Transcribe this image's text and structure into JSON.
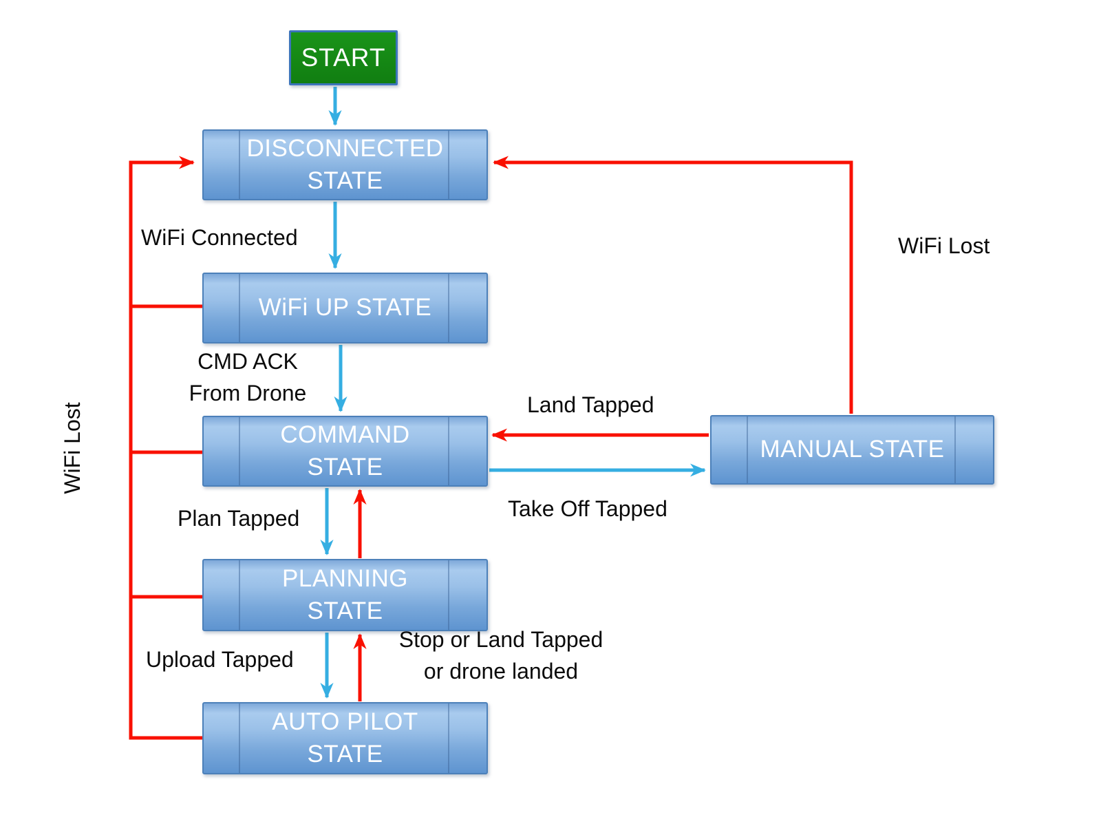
{
  "diagram": {
    "kind": "state-diagram",
    "nodes": {
      "start": {
        "label": "START"
      },
      "disconnected": {
        "label": "DISCONNECTED\nSTATE"
      },
      "wifi_up": {
        "label": "WiFi UP STATE"
      },
      "command": {
        "label": "COMMAND\nSTATE"
      },
      "manual": {
        "label": "MANUAL STATE"
      },
      "planning": {
        "label": "PLANNING\nSTATE"
      },
      "auto_pilot": {
        "label": "AUTO PILOT\nSTATE"
      }
    },
    "edge_labels": {
      "wifi_connected": "WiFi Connected",
      "cmd_ack": "CMD ACK\nFrom Drone",
      "land_tapped": "Land Tapped",
      "take_off_tapped": "Take Off Tapped",
      "wifi_lost_right": "WiFi Lost",
      "wifi_lost_left": "WiFi Lost",
      "plan_tapped": "Plan Tapped",
      "upload_tapped": "Upload Tapped",
      "stop_or_land": "Stop or Land Tapped\nor drone landed"
    },
    "colors": {
      "arrow_blue": "#35aee2",
      "arrow_red": "#f91000",
      "state_fill_top": "#a9cbee",
      "state_fill_bottom": "#5e94d0",
      "state_border": "#4c80b9",
      "start_fill": "#117e11",
      "start_border": "#3c74bb",
      "state_text": "#ffffff",
      "label_text": "#0b0b0b"
    }
  }
}
